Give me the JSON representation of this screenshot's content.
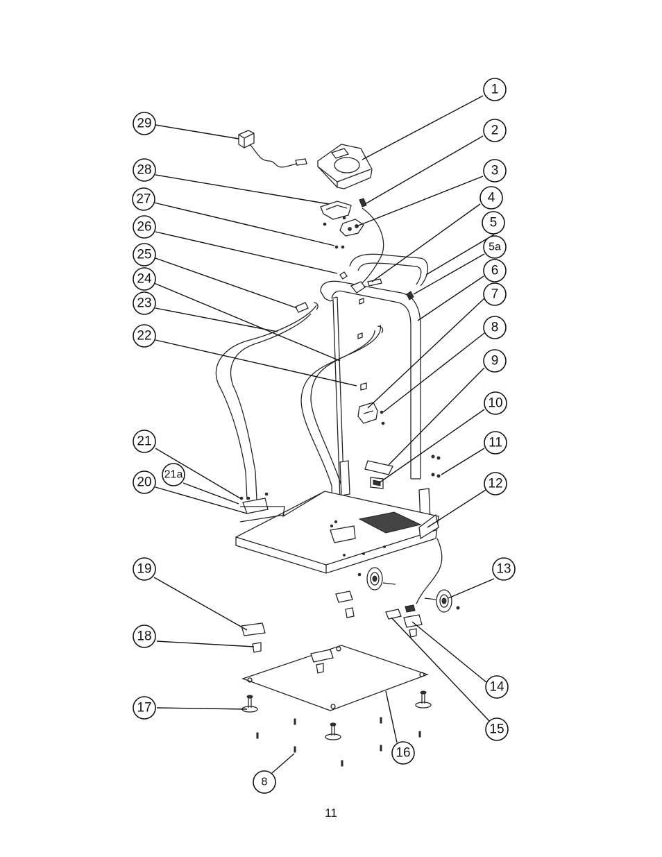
{
  "page_number": "11",
  "callouts": [
    {
      "id": "c1",
      "label": "1"
    },
    {
      "id": "c2",
      "label": "2"
    },
    {
      "id": "c3",
      "label": "3"
    },
    {
      "id": "c4",
      "label": "4"
    },
    {
      "id": "c5",
      "label": "5"
    },
    {
      "id": "c5a",
      "label": "5a"
    },
    {
      "id": "c6",
      "label": "6"
    },
    {
      "id": "c7",
      "label": "7"
    },
    {
      "id": "c8",
      "label": "8"
    },
    {
      "id": "c9",
      "label": "9"
    },
    {
      "id": "c10",
      "label": "10"
    },
    {
      "id": "c11",
      "label": "11"
    },
    {
      "id": "c12",
      "label": "12"
    },
    {
      "id": "c13",
      "label": "13"
    },
    {
      "id": "c14",
      "label": "14"
    },
    {
      "id": "c15",
      "label": "15"
    },
    {
      "id": "c16",
      "label": "16"
    },
    {
      "id": "c8b",
      "label": "8"
    },
    {
      "id": "c17",
      "label": "17"
    },
    {
      "id": "c18",
      "label": "18"
    },
    {
      "id": "c19",
      "label": "19"
    },
    {
      "id": "c20",
      "label": "20"
    },
    {
      "id": "c21",
      "label": "21"
    },
    {
      "id": "c21a",
      "label": "21a"
    },
    {
      "id": "c22",
      "label": "22"
    },
    {
      "id": "c23",
      "label": "23"
    },
    {
      "id": "c24",
      "label": "24"
    },
    {
      "id": "c25",
      "label": "25"
    },
    {
      "id": "c26",
      "label": "26"
    },
    {
      "id": "c27",
      "label": "27"
    },
    {
      "id": "c28",
      "label": "28"
    },
    {
      "id": "c29",
      "label": "29"
    }
  ]
}
